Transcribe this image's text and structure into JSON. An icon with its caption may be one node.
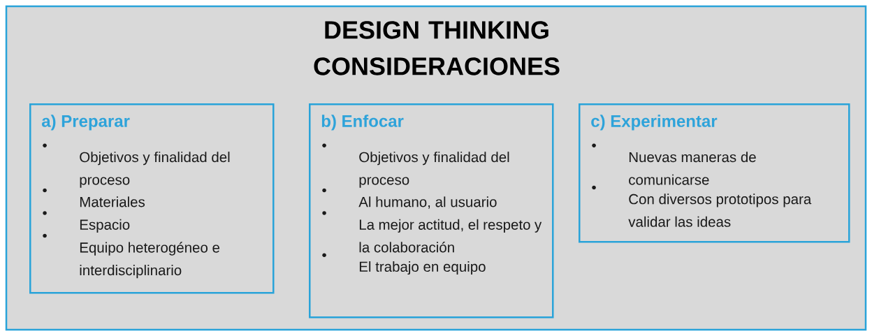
{
  "diagram": {
    "title": "DESIGN THINKING CONSIDERACIONES",
    "nodes": [
      {
        "text": [
          "a) Preparar",
          "Objetivos y finalidad del proceso",
          "Materiales",
          "Espacio",
          "Equipo heterogéneo e interdisciplinario"
        ]
      },
      {
        "text": [
          "b) Enfocar",
          "Objetivos y finalidad del proceso",
          "Al humano, al usuario",
          "La mejor actitud, el respeto y la colaboración",
          "El trabajo en equipo"
        ]
      },
      {
        "text": [
          "c) Experimentar",
          "Nuevas maneras de comunicarse",
          "Con diversos prototipos para validar las ideas"
        ]
      }
    ]
  }
}
